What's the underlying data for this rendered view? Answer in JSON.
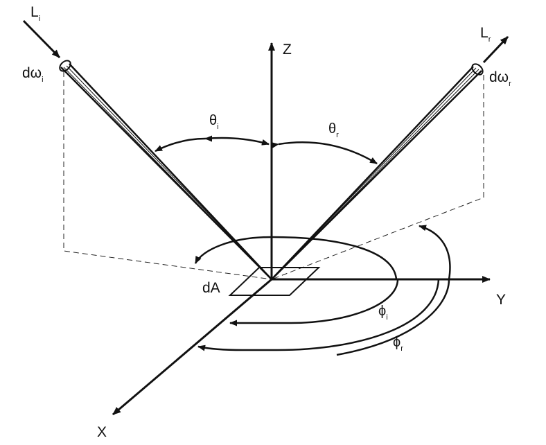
{
  "labels": {
    "z_axis": "Z",
    "y_axis": "Y",
    "x_axis": "X",
    "incident_radiance": {
      "main": "L",
      "sub": "i"
    },
    "reflected_radiance": {
      "main": "L",
      "sub": "r"
    },
    "incident_solid_angle": {
      "main": "dω",
      "sub": "i"
    },
    "reflected_solid_angle": {
      "main": "dω",
      "sub": "r"
    },
    "theta_incident": {
      "main": "θ",
      "sub": "i"
    },
    "theta_reflected": {
      "main": "θ",
      "sub": "r"
    },
    "phi_incident": {
      "main": "ϕ",
      "sub": "i"
    },
    "phi_reflected": {
      "main": "ϕ",
      "sub": "r"
    },
    "surface_element": "dA"
  },
  "colors": {
    "ink": "#111111",
    "background": "#ffffff"
  }
}
